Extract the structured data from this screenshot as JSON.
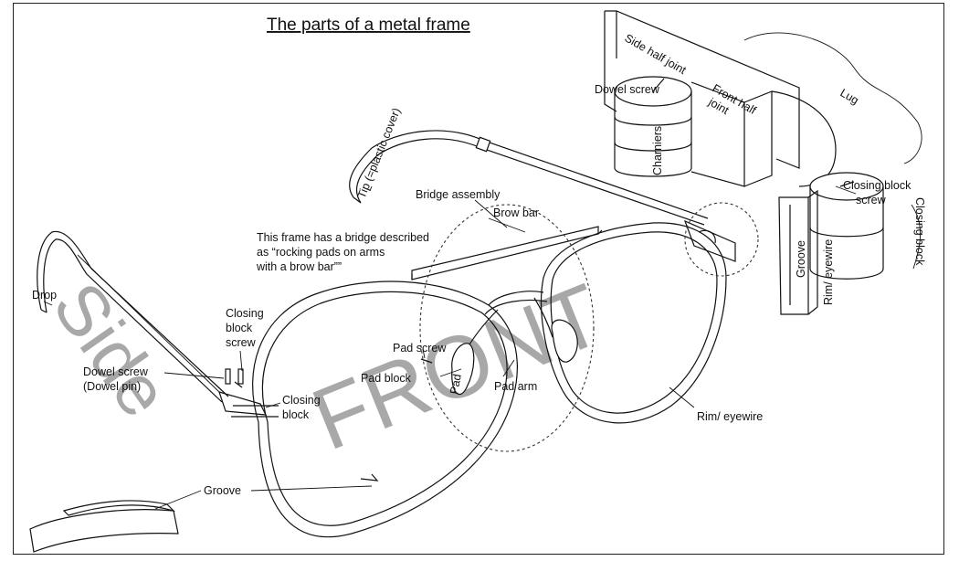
{
  "title": "The parts of a metal frame",
  "watermarks": {
    "side": "Side",
    "front": "FRONT"
  },
  "labels": {
    "drop": "Drop",
    "tip": "Tip (=plastic cover)",
    "bridge_assembly": "Bridge assembly",
    "brow_bar": "Brow bar",
    "bridge_note_1": "This frame has a bridge described",
    "bridge_note_2": "as “rocking pads on arms",
    "bridge_note_3": "with a brow bar””",
    "closing_block_screw_left_1": "Closing",
    "closing_block_screw_left_2": "block",
    "closing_block_screw_left_3": "screw",
    "dowel_screw_left_1": "Dowel screw",
    "dowel_screw_left_2": "(Dowel pin)",
    "closing_block_left_1": "Closing",
    "closing_block_left_2": "block",
    "pad_screw": "Pad screw",
    "pad_block": "Pad block",
    "pad": "Pad",
    "pad_arm": "Pad arm",
    "rim_eyewire": "Rim/ eyewire",
    "groove_bottom": "Groove",
    "side_half_joint": "Side half joint",
    "dowel_screw_top": "Dowel screw",
    "front_half_joint_1": "Front half",
    "front_half_joint_2": "joint",
    "charniers": "Charniers",
    "lug": "Lug",
    "closing_block_screw_right_1": "Closing block",
    "closing_block_screw_right_2": "screw",
    "closing_block_right": "Closing block",
    "groove_right": "Groove",
    "rim_eyewire_right": "Rim/ eyewire"
  }
}
